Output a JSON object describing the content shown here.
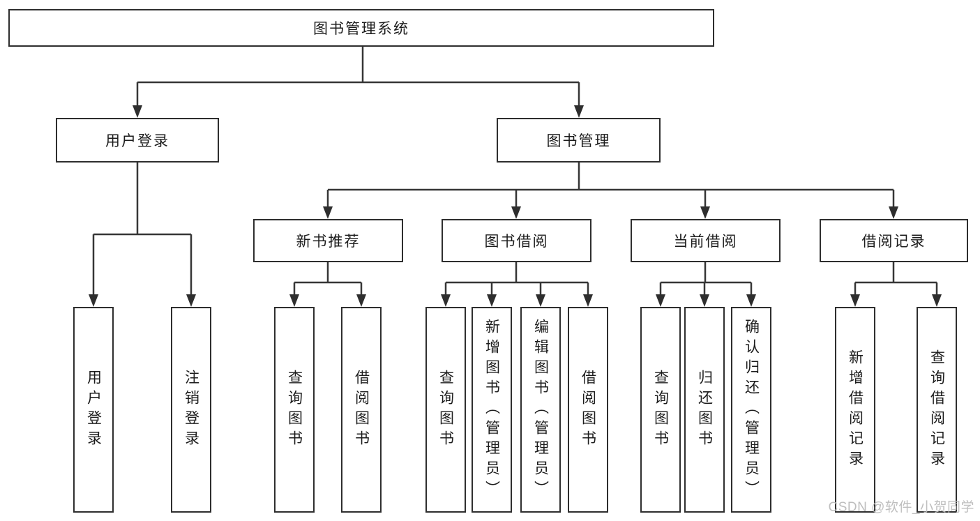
{
  "tree": {
    "label": "图书管理系统",
    "children": [
      {
        "label": "用户登录",
        "children": [
          {
            "label": "用户登录"
          },
          {
            "label": "注销登录"
          }
        ]
      },
      {
        "label": "图书管理",
        "children": [
          {
            "label": "新书推荐",
            "children": [
              {
                "label": "查询图书"
              },
              {
                "label": "借阅图书"
              }
            ]
          },
          {
            "label": "图书借阅",
            "children": [
              {
                "label": "查询图书"
              },
              {
                "label": "新增图书（管理员）"
              },
              {
                "label": "编辑图书（管理员）"
              },
              {
                "label": "借阅图书"
              }
            ]
          },
          {
            "label": "当前借阅",
            "children": [
              {
                "label": "查询图书"
              },
              {
                "label": "归还图书"
              },
              {
                "label": "确认归还（管理员）"
              }
            ]
          },
          {
            "label": "借阅记录",
            "children": [
              {
                "label": "新增借阅记录"
              },
              {
                "label": "查询借阅记录"
              }
            ]
          }
        ]
      }
    ]
  },
  "watermark": {
    "text": "CSDN @软件_小贺同学"
  },
  "colors": {
    "background": "#ffffff",
    "box_fill": "#ffffff",
    "box_border": "#2e2e2e",
    "line": "#363636",
    "text": "#1c1c1c",
    "watermark": "#bababa"
  }
}
